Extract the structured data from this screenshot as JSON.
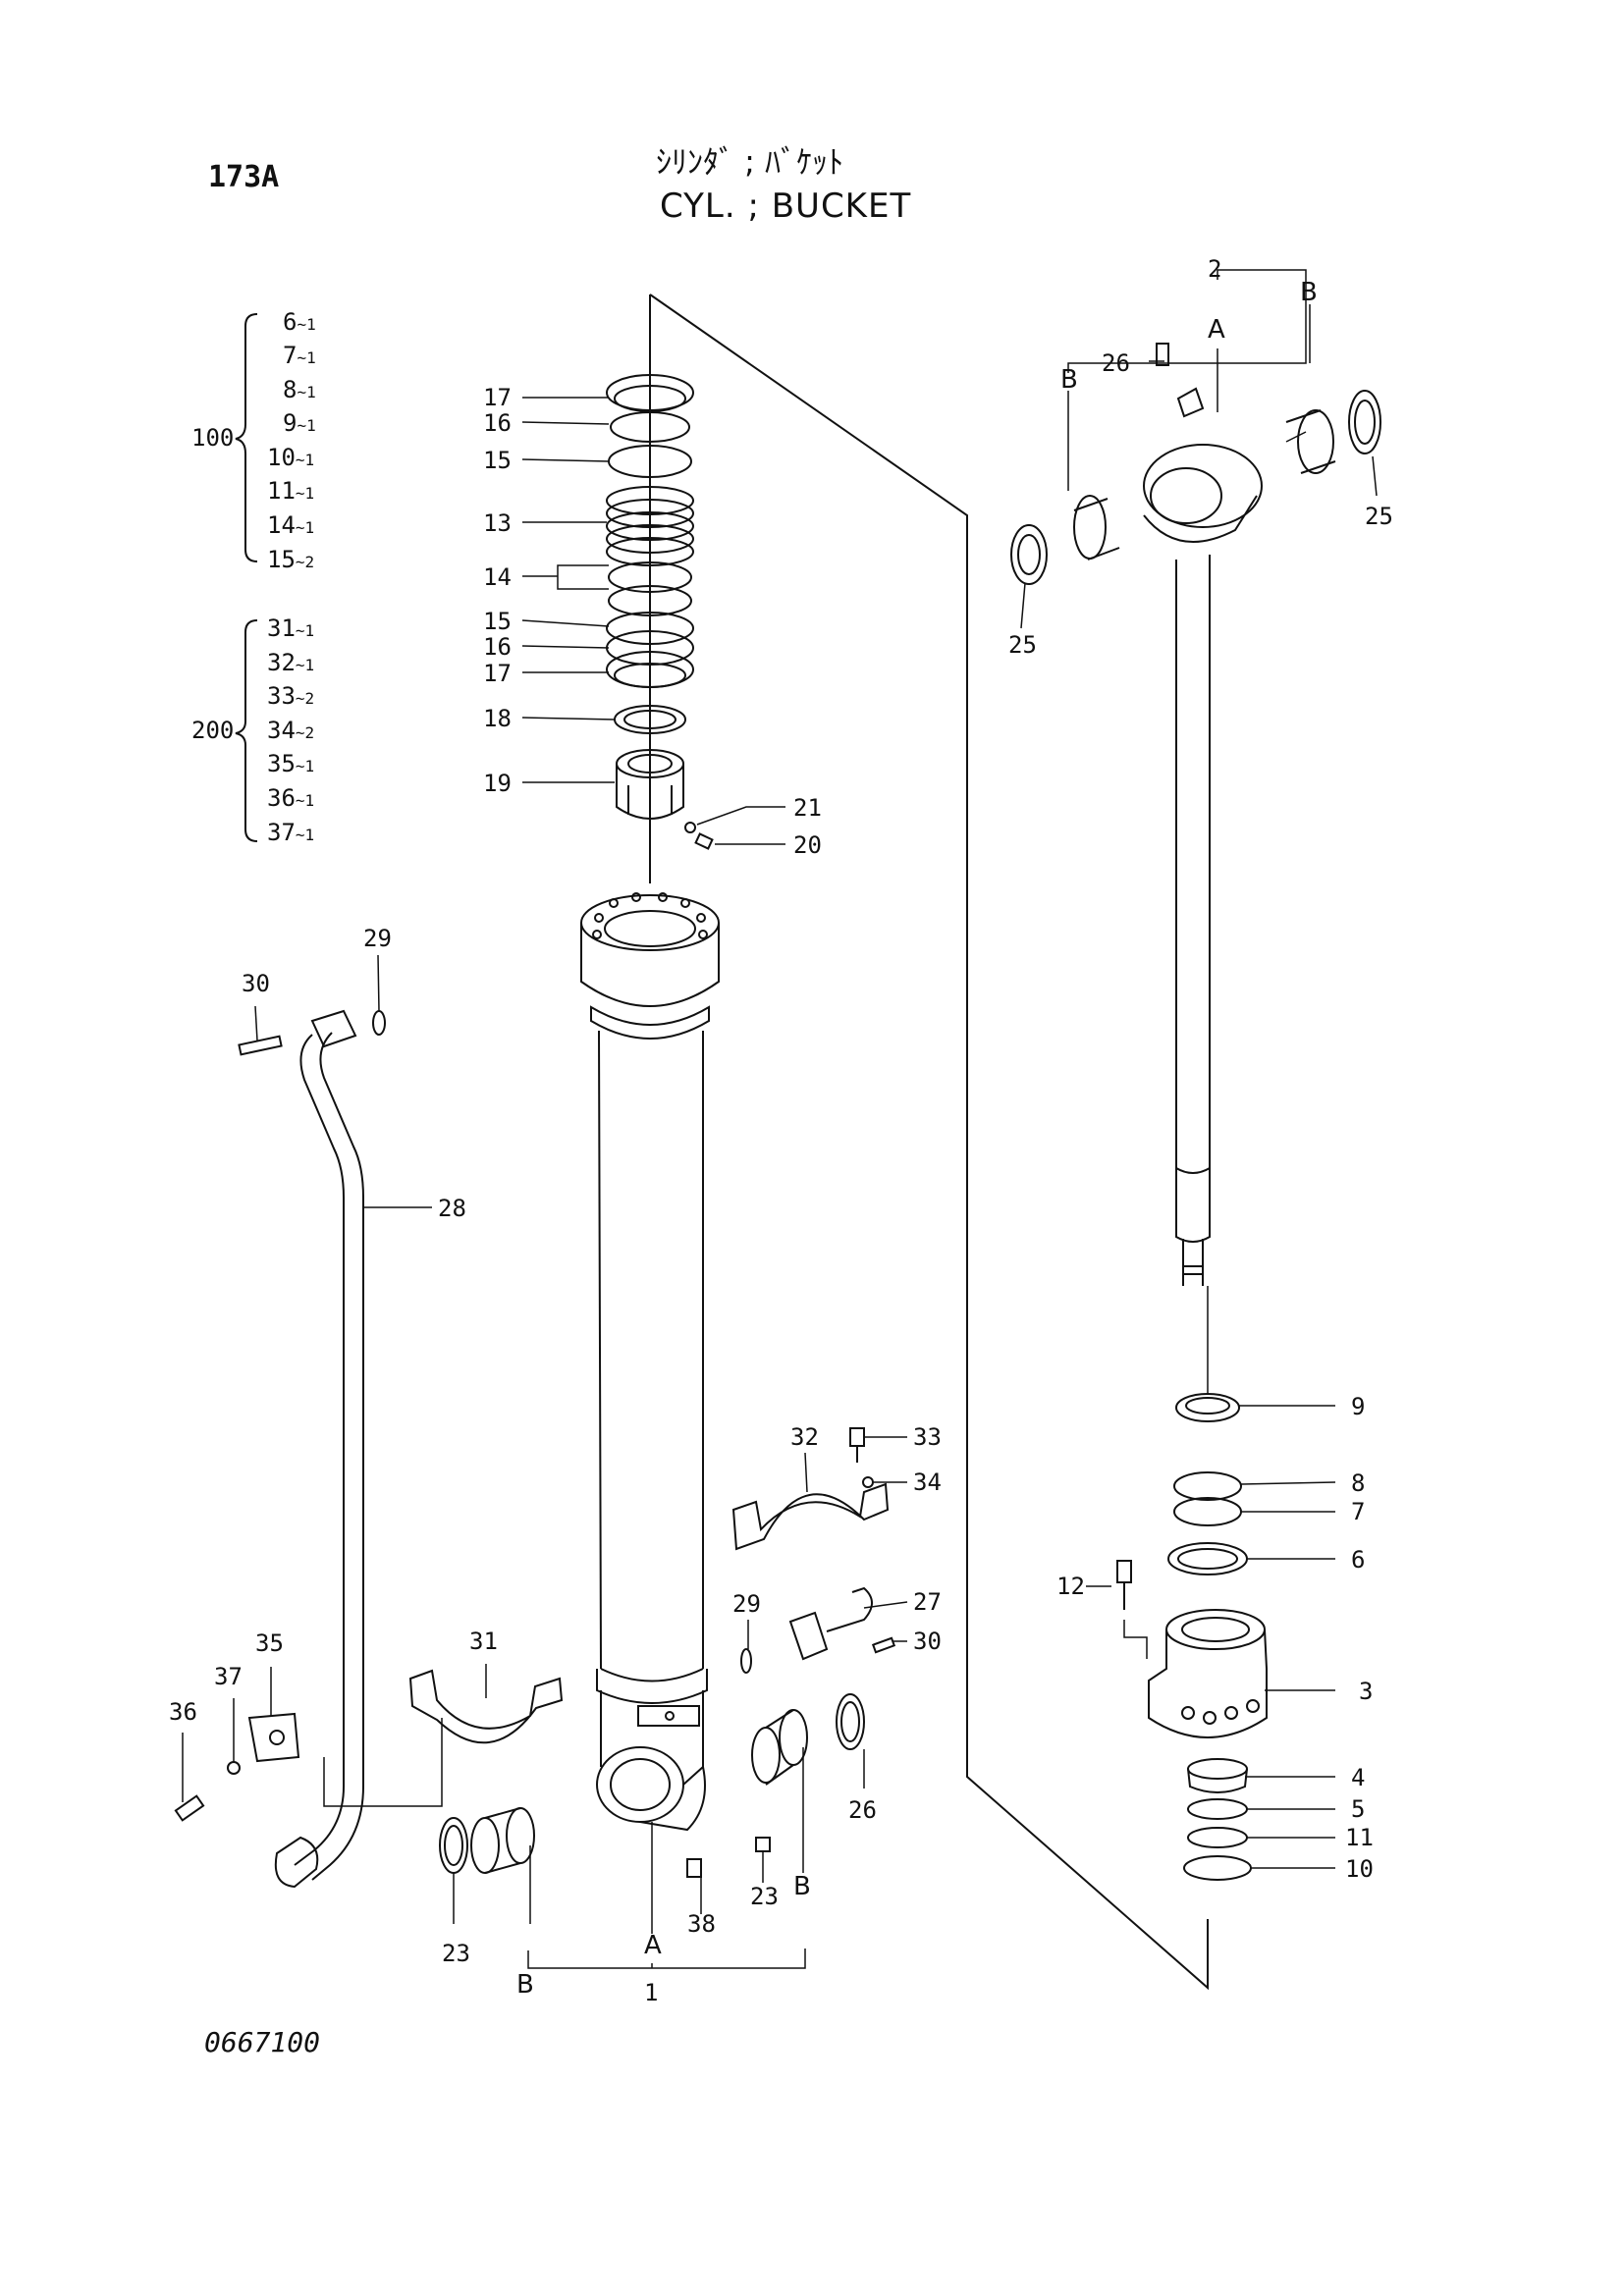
{
  "header": {
    "page_id": "173A",
    "title_jp": "ｼﾘﾝﾀﾞ ; ﾊﾞｹｯﾄ",
    "title_en": "CYL. ; BUCKET"
  },
  "footer": {
    "drawing_number": "0667100"
  },
  "kits": [
    {
      "label": "100",
      "items": [
        {
          "part": "6",
          "qty": "~1"
        },
        {
          "part": "7",
          "qty": "~1"
        },
        {
          "part": "8",
          "qty": "~1"
        },
        {
          "part": "9",
          "qty": "~1"
        },
        {
          "part": "10",
          "qty": "~1"
        },
        {
          "part": "11",
          "qty": "~1"
        },
        {
          "part": "14",
          "qty": "~1"
        },
        {
          "part": "15",
          "qty": "~2"
        }
      ]
    },
    {
      "label": "200",
      "items": [
        {
          "part": "31",
          "qty": "~1"
        },
        {
          "part": "32",
          "qty": "~1"
        },
        {
          "part": "33",
          "qty": "~2"
        },
        {
          "part": "34",
          "qty": "~2"
        },
        {
          "part": "35",
          "qty": "~1"
        },
        {
          "part": "36",
          "qty": "~1"
        },
        {
          "part": "37",
          "qty": "~1"
        }
      ]
    }
  ],
  "callouts": {
    "seal_stack": [
      "17",
      "16",
      "15",
      "13",
      "14",
      "15",
      "16",
      "17",
      "18",
      "19",
      "21",
      "20"
    ],
    "tube_parts": [
      "30",
      "29",
      "28",
      "32",
      "33",
      "34",
      "31",
      "29",
      "27",
      "30",
      "35",
      "37",
      "36",
      "23",
      "26",
      "38",
      "23",
      "1"
    ],
    "rod_parts": [
      "2",
      "26",
      "25",
      "25",
      "9",
      "8",
      "7",
      "6",
      "12",
      "3",
      "4",
      "5",
      "11",
      "10"
    ],
    "locators": [
      "A",
      "B",
      "A",
      "B",
      "B",
      "B"
    ]
  }
}
